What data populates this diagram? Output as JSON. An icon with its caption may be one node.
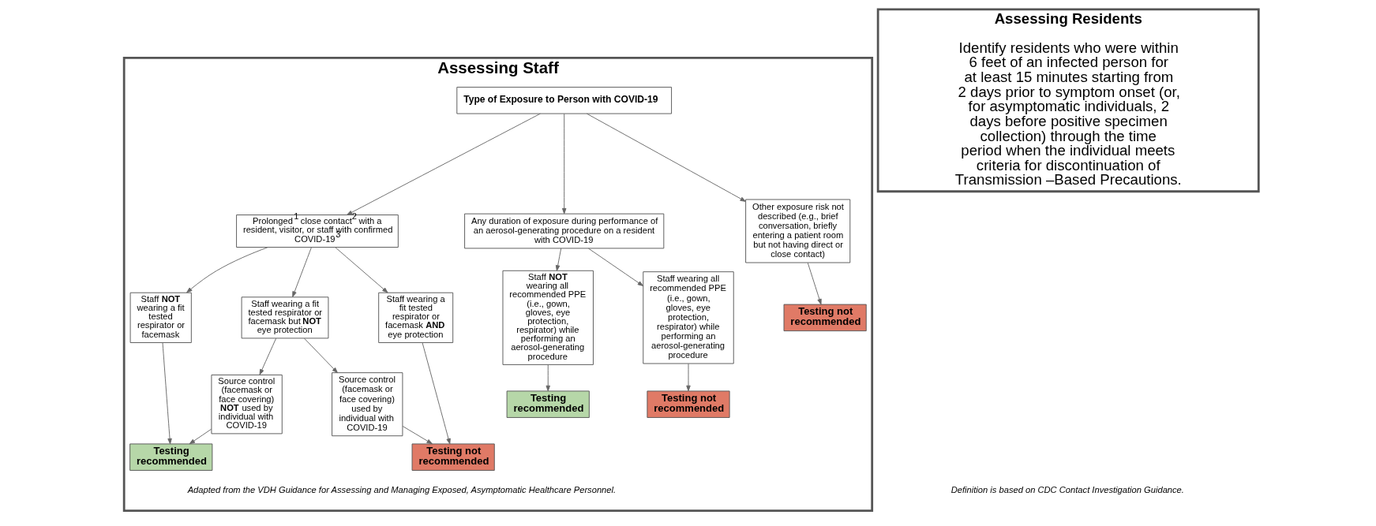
{
  "diagram": {
    "nodes": [
      {
        "text": [
          "Assessing Staff"
        ]
      },
      {
        "text": [
          "Type of Exposure to Person with COVID-19"
        ],
        "in": 0
      },
      {
        "text": [
          "Prolonged$^{1}$ close contact$^{2}$ with a resident, visitor, or staff with confirmed COVID-19$^{3}$"
        ],
        "in": 0
      },
      {
        "text": [
          "Any duration of exposure during performance of an aerosol-generating procedure on a resident with COVID-19"
        ],
        "in": 0
      },
      {
        "text": [
          "Other exposure risk not described (e.g., brief conversation, briefly entering a patient room but not having direct or close contact)"
        ],
        "in": 0
      },
      {
        "text": [
          "Staff **NOT** wearing a fit tested respirator or facemask"
        ],
        "in": 0
      },
      {
        "text": [
          "Staff wearing a fit tested respirator or facemask but **NOT** eye protection"
        ],
        "in": 0
      },
      {
        "text": [
          "Staff wearing a fit tested respirator or facemask **AND** eye protection"
        ],
        "in": 0
      },
      {
        "text": [
          "Staff **NOT** wearing all recommended PPE (i.e., gown, gloves, eye protection, respirator) while performing an aerosol-generating procedure"
        ],
        "in": 0
      },
      {
        "text": [
          "Staff wearing all recommended PPE (i.e., gown, gloves, eye protection, respirator) while performing an aerosol-generating procedure"
        ],
        "in": 0
      },
      {
        "text": [
          "Testing not recommended"
        ],
        "in": 0
      },
      {
        "text": [
          "Source control (facemask or face covering) **NOT** used by individual with COVID-19"
        ],
        "in": 0
      },
      {
        "text": [
          "Source control (facemask or face covering) used by individual with COVID-19"
        ],
        "in": 0
      },
      {
        "text": [
          "Testing recommended"
        ],
        "in": 0
      },
      {
        "text": [
          "Testing not recommended"
        ],
        "in": 0
      },
      {
        "text": [
          "Testing recommended"
        ],
        "in": 0
      },
      {
        "text": [
          "Testing not recommended"
        ],
        "in": 0
      },
      {
        "text": [
          "Assessing Residents",
          "Identify residents who were within 6 feet of an infected person for at least 15 minutes starting from 2 days prior to symptom onset (or, for asymptomatic individuals, 2 days before positive specimen collection) through the time period when the individual meets criteria for discontinuation of Transmission –Based Precautions."
        ]
      }
    ],
    "edges": [
      {
        "from": 1,
        "to": 2,
        "arrow": "to"
      },
      {
        "from": 1,
        "to": 3,
        "arrow": "to"
      },
      {
        "from": 1,
        "to": 4,
        "arrow": "to"
      },
      {
        "from": 2,
        "to": 5,
        "arrow": "to"
      },
      {
        "from": 2,
        "to": 6,
        "arrow": "to"
      },
      {
        "from": 2,
        "to": 7,
        "arrow": "to"
      },
      {
        "from": 6,
        "to": 11,
        "arrow": "to"
      },
      {
        "from": 6,
        "to": 12,
        "arrow": "to"
      },
      {
        "from": 5,
        "to": 13,
        "arrow": "to"
      },
      {
        "from": 11,
        "to": 13,
        "arrow": "to"
      },
      {
        "from": 12,
        "to": 14,
        "arrow": "to"
      },
      {
        "from": 7,
        "to": 14,
        "arrow": "to"
      },
      {
        "from": 3,
        "to": 8,
        "arrow": "to"
      },
      {
        "from": 3,
        "to": 9,
        "arrow": "to"
      },
      {
        "from": 8,
        "to": 15,
        "arrow": "to"
      },
      {
        "from": 9,
        "to": 16,
        "arrow": "to"
      },
      {
        "from": 4,
        "to": 10,
        "arrow": "to"
      }
    ],
    "labels": [
      "Adapted from the VDH Guidance for Assessing and Managing Exposed, Asymptomatic Healthcare Personnel.",
      "Definition is based on CDC Contact Investigation Guidance."
    ]
  }
}
